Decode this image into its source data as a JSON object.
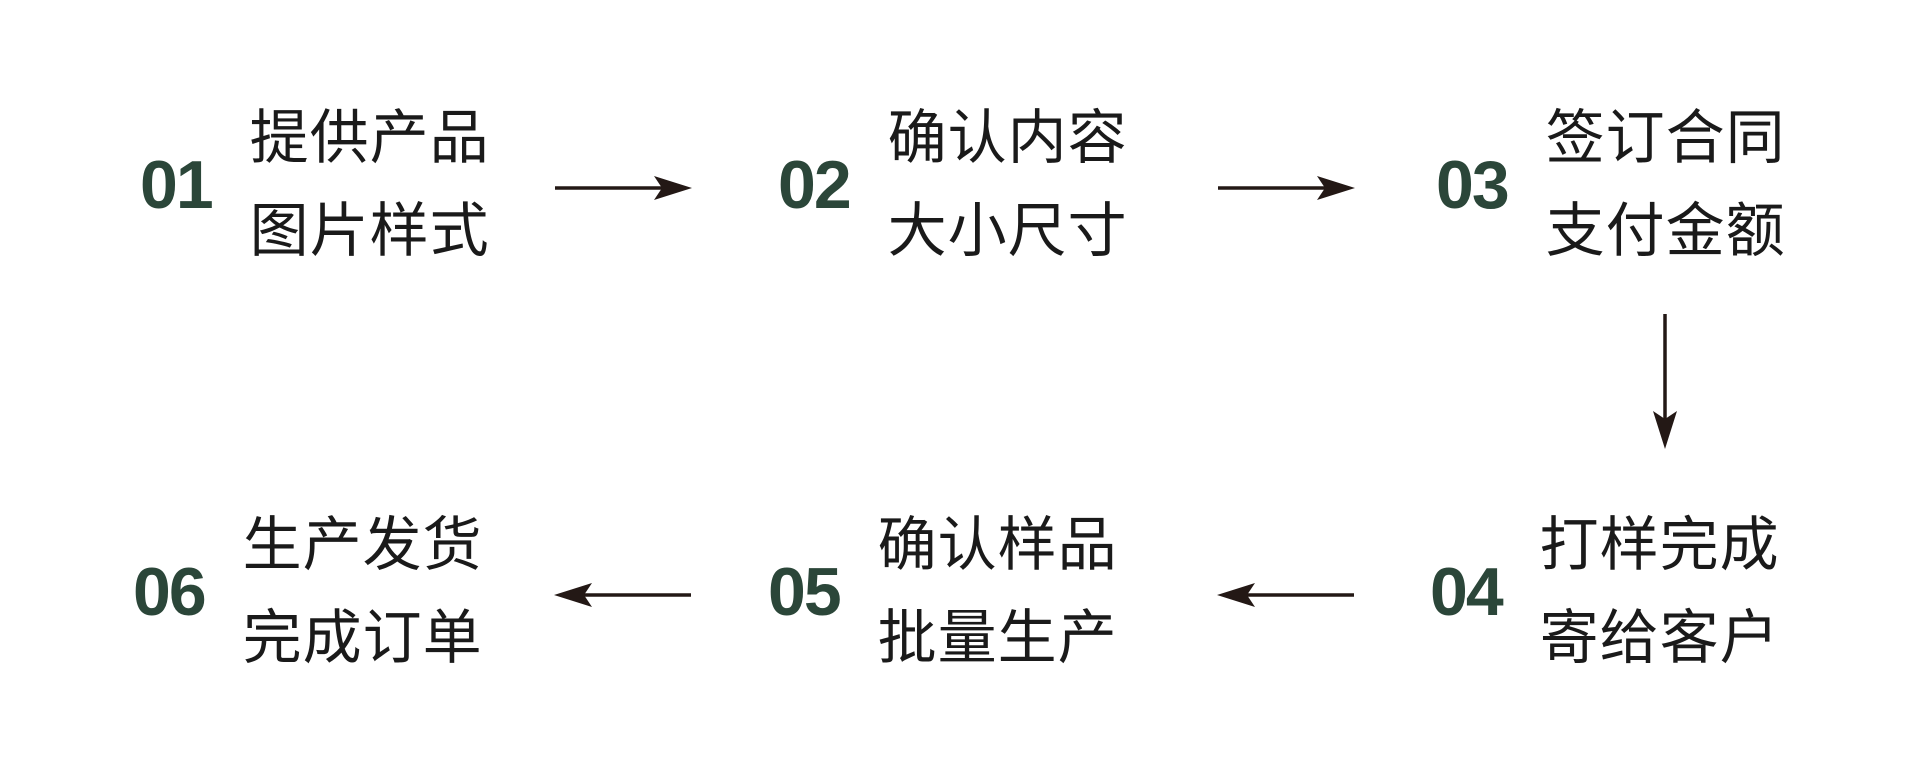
{
  "colors": {
    "background": "#ffffff",
    "step_number": "#2b4639",
    "step_text": "#1a1a1a",
    "arrow": "#231815"
  },
  "steps": [
    {
      "number": "01",
      "lines": [
        "提供产品",
        "图片样式"
      ]
    },
    {
      "number": "02",
      "lines": [
        "确认内容",
        "大小尺寸"
      ]
    },
    {
      "number": "03",
      "lines": [
        "签订合同",
        "支付金额"
      ]
    },
    {
      "number": "04",
      "lines": [
        "打样完成",
        "寄给客户"
      ]
    },
    {
      "number": "05",
      "lines": [
        "确认样品",
        "批量生产"
      ]
    },
    {
      "number": "06",
      "lines": [
        "生产发货",
        "完成订单"
      ]
    }
  ],
  "flow": {
    "connections": [
      {
        "from": "01",
        "to": "02",
        "icon": "arrow-right-icon"
      },
      {
        "from": "02",
        "to": "03",
        "icon": "arrow-right-icon"
      },
      {
        "from": "03",
        "to": "04",
        "icon": "arrow-down-icon"
      },
      {
        "from": "04",
        "to": "05",
        "icon": "arrow-left-icon"
      },
      {
        "from": "05",
        "to": "06",
        "icon": "arrow-left-icon"
      }
    ]
  }
}
